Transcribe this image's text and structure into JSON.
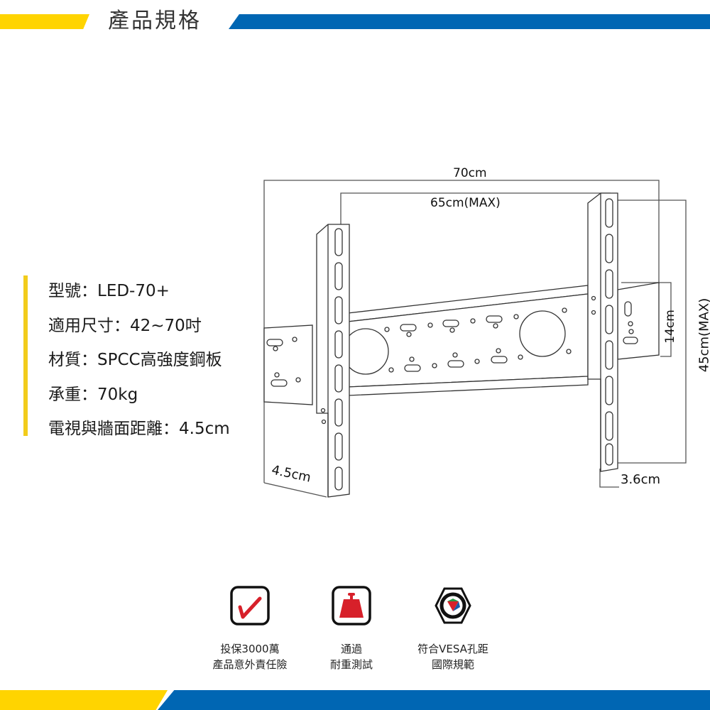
{
  "header": {
    "title": "產品規格",
    "colors": {
      "yellow": "#ffd400",
      "blue": "#0066b3"
    }
  },
  "specs": [
    {
      "label": "型號",
      "value": "LED-70+",
      "text": "型號：LED-70+"
    },
    {
      "label": "適用尺寸",
      "value": "42~70吋",
      "text": "適用尺寸：42~70吋"
    },
    {
      "label": "材質",
      "value": "SPCC高強度鋼板",
      "text": "材質：SPCC高強度鋼板"
    },
    {
      "label": "承重",
      "value": "70kg",
      "text": "承重：70kg"
    },
    {
      "label": "電視與牆面距離",
      "value": "4.5cm",
      "text": "電視與牆面距離：4.5cm"
    }
  ],
  "diagram": {
    "dimensions": {
      "total_width": "70cm",
      "arm_span": "65cm(MAX)",
      "height": "45cm(MAX)",
      "plate_height": "14cm",
      "wall_distance": "4.5cm",
      "arm_depth": "3.6cm"
    }
  },
  "badges": [
    {
      "icon": "checkmark-icon",
      "line1": "投保3000萬",
      "line2": "產品意外責任險"
    },
    {
      "icon": "weight-icon",
      "line1": "通過",
      "line2": "耐重測試"
    },
    {
      "icon": "vesa-logo-icon",
      "line1": "符合VESA孔距",
      "line2": "國際規範"
    }
  ],
  "colors": {
    "badge_red": "#d7202a",
    "spec_bar": "#f2cc1b"
  }
}
